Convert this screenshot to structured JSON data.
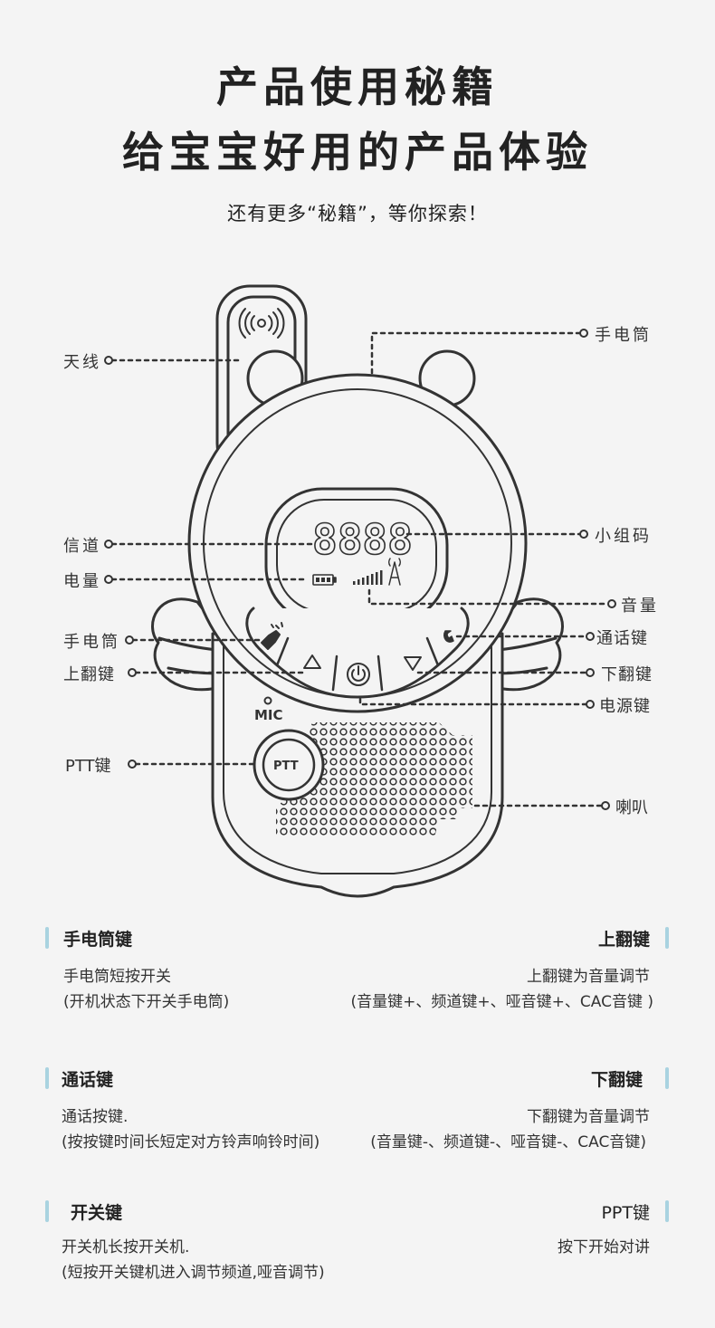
{
  "header": {
    "title_line1": "产品使用秘籍",
    "title_line2": "给宝宝好用的产品体验",
    "subtitle": "还有更多“秘籍”，等你探索！"
  },
  "device": {
    "display_digits": "8888",
    "mic_text": "MIC",
    "ptt_text": "PTT"
  },
  "callouts": {
    "antenna": "天线",
    "flashlight_top": "手电筒",
    "channel": "信道",
    "group_code": "小组码",
    "battery": "电量",
    "volume": "音量",
    "flashlight_key": "手电筒",
    "call_key": "通话键",
    "up_key": "上翻键",
    "down_key": "下翻键",
    "power_key": "电源键",
    "ptt_key": "PTT键",
    "speaker": "喇叭"
  },
  "sections": {
    "flash": {
      "title": "手电筒键",
      "line1": "手电筒短按开关",
      "line2": "(开机状态下开关手电筒)"
    },
    "up": {
      "title": "上翻键",
      "line1": "上翻键为音量调节",
      "line2": "(音量键+、频道键+、哑音键+、CAC音键 )"
    },
    "call": {
      "title": "通话键",
      "line1": "通话按键.",
      "line2": "(按按键时间长短定对方铃声响铃时间)"
    },
    "down": {
      "title": "下翻键",
      "line1": "下翻键为音量调节",
      "line2": "(音量键-、频道键-、哑音键-、CAC音键)"
    },
    "power": {
      "title": "开关键",
      "line1": "开关机长按开关机.",
      "line2": "(短按开关键机进入调节频道,哑音调节)"
    },
    "ppt": {
      "title": "PPT键",
      "line1": "按下开始对讲",
      "line2": ""
    }
  },
  "colors": {
    "accent_bar": "#a9d3e0",
    "line": "#333333",
    "background": "#f4f4f4"
  }
}
